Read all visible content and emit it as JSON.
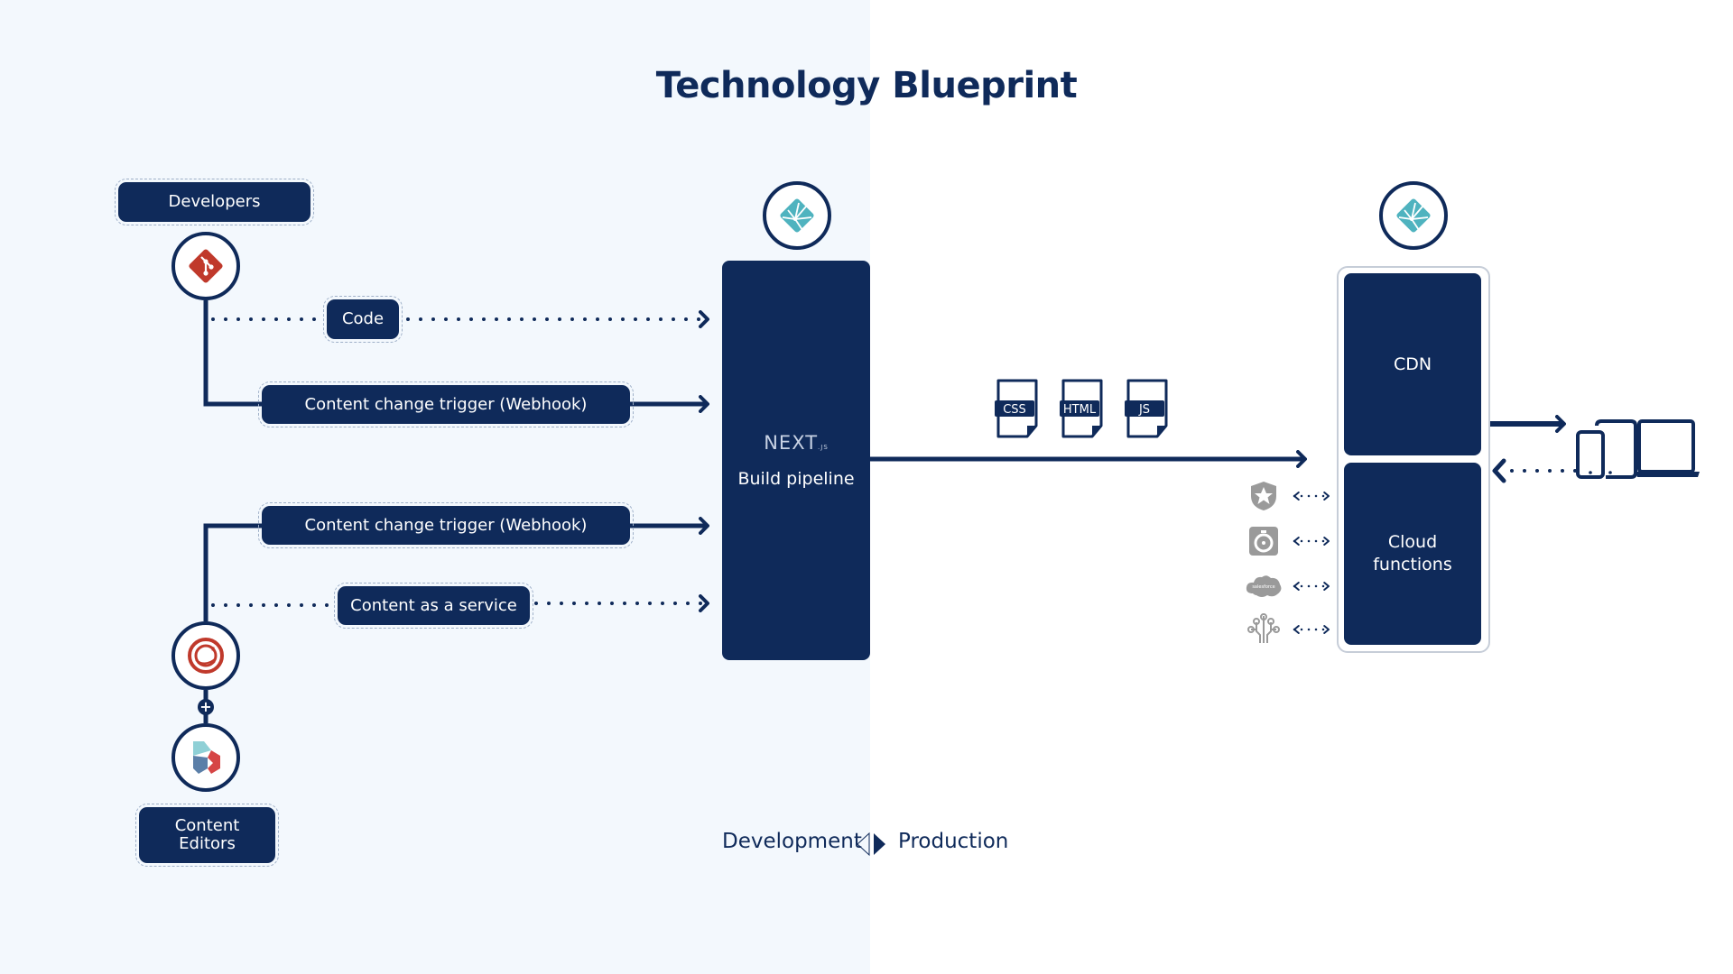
{
  "title": "Technology Blueprint",
  "actors": {
    "developers": "Developers",
    "content_editors": "Content Editors"
  },
  "flows": {
    "code": "Code",
    "webhook_dev": "Content change trigger (Webhook)",
    "webhook_content": "Content change trigger (Webhook)",
    "content_service": "Content as a service"
  },
  "build": {
    "framework_logo": "NEXT",
    "framework_suffix": ".JS",
    "label": "Build pipeline"
  },
  "artifacts": [
    "CSS",
    "HTML",
    "JS"
  ],
  "production": {
    "cdn": "CDN",
    "cloud_functions": "Cloud functions"
  },
  "integrations": [
    {
      "icon": "auth0-icon"
    },
    {
      "icon": "stopwatch-icon"
    },
    {
      "icon": "salesforce-icon",
      "text": "salesforce"
    },
    {
      "icon": "ai-brain-icon"
    }
  ],
  "legend": {
    "development": "Development",
    "production": "Production"
  },
  "colors": {
    "navy": "#0f2a5a",
    "dev_background": "#f3f8fd",
    "git_red": "#c0392b",
    "netlify_teal": "#4fb3bf",
    "integration_gray": "#9a9a9a"
  }
}
